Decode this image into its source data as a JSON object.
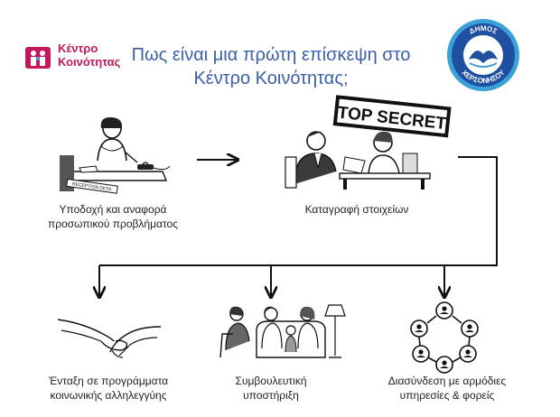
{
  "header": {
    "logo_left": {
      "line1": "Κέντρο",
      "line2": "Κοινότητας"
    },
    "title_line1": "Πως είναι μια πρώτη επίσκεψη στο",
    "title_line2": "Κέντρο Κοινότητας;",
    "seal": {
      "top_text": "ΔΗΜΟΣ",
      "bottom_text": "ΧΕΡΣΟΝΗΣΟΥ"
    }
  },
  "steps": {
    "reception": {
      "line1": "Υποδοχή και αναφορά",
      "line2": "προσωπικού προβλήματος",
      "desk_sign": "RECEPTION DESK"
    },
    "registration": {
      "line1": "Καταγραφή στοιχείων",
      "stamp": "TOP SECRET"
    }
  },
  "outcomes": {
    "integration": {
      "line1": "Ένταξη σε προγράμματα",
      "line2": "κοινωνικής αλληλεγγύης"
    },
    "counseling": {
      "line1": "Συμβουλευτική",
      "line2": "υποστήριξη"
    },
    "networking": {
      "line1": "Διασύνδεση με αρμόδιες",
      "line2": "υπηρεσίες & φορείς"
    }
  },
  "colors": {
    "brand_pink": "#c2185b",
    "title_blue": "#3a5fa8",
    "seal_blue": "#1e4fa0",
    "seal_ring": "#3aa0d8"
  },
  "icons": {
    "logo": "family-icon",
    "seal": "municipality-seal-icon",
    "integration": "helping-hands-icon",
    "counseling": "family-counseling-icon",
    "networking": "people-network-icon"
  }
}
